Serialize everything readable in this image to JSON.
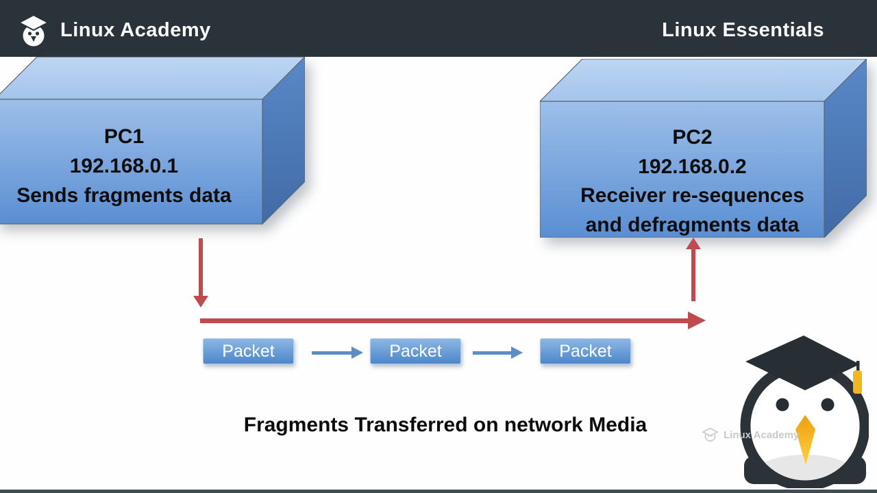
{
  "header": {
    "brand": "Linux Academy",
    "course": "Linux Essentials"
  },
  "pc1": {
    "name": "PC1",
    "ip": "192.168.0.1",
    "desc": "Sends fragments data"
  },
  "pc2": {
    "name": "PC2",
    "ip": "192.168.0.2",
    "desc1": "Receiver re-sequences",
    "desc2": "and defragments data"
  },
  "packets": [
    {
      "label": "Packet"
    },
    {
      "label": "Packet"
    },
    {
      "label": "Packet"
    }
  ],
  "caption": "Fragments Transferred on network Media",
  "watermark": {
    "text": "Linux Academy"
  },
  "icons": {
    "brand_logo": "owl-graduation-cap-icon",
    "mascot": "penguin-graduation-cap-mascot",
    "watermark_logo": "owl-graduation-cap-outline-icon"
  },
  "colors": {
    "header_bg": "#293339",
    "arrow_red": "#bf4b4f",
    "arrow_blue": "#5b8ec6",
    "box_front_top": "#9dbfe9",
    "box_front_bottom": "#5a8ed2",
    "box_top_face": "#b4cfef",
    "box_right_face": "#4d7ab8",
    "packet_top": "#8cb6e4",
    "packet_bottom": "#4c87ca",
    "mascot_dark": "#2b3238",
    "beak_yellow": "#f5b51e",
    "watermark_gray": "#c8c8c8",
    "text_black": "#0d0d0d"
  }
}
